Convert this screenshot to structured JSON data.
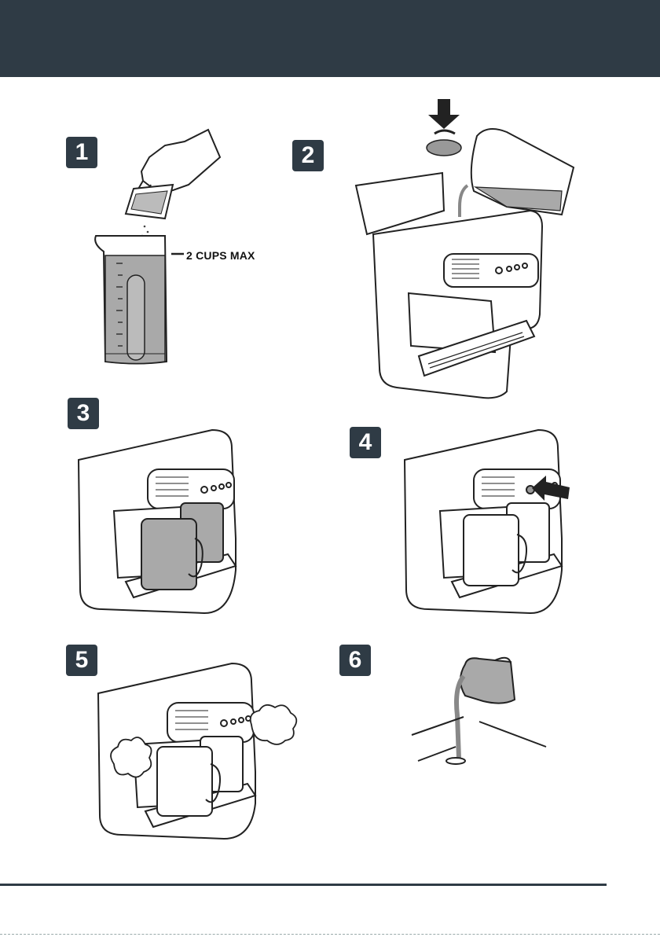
{
  "steps": [
    {
      "number": "1",
      "label": "2 CUPS MAX"
    },
    {
      "number": "2"
    },
    {
      "number": "3"
    },
    {
      "number": "4"
    },
    {
      "number": "5"
    },
    {
      "number": "6"
    }
  ],
  "colors": {
    "header": "#2f3b45",
    "liquid": "#a9a9a9",
    "outline": "#222222"
  },
  "icons": [
    "hand-icon",
    "powder-sachet-icon",
    "measuring-jug-icon",
    "arrow-down-icon",
    "rotate-cap-icon",
    "coffee-machine-icon",
    "mug-icon",
    "press-arrow-icon",
    "steam-icon",
    "sink-icon"
  ]
}
